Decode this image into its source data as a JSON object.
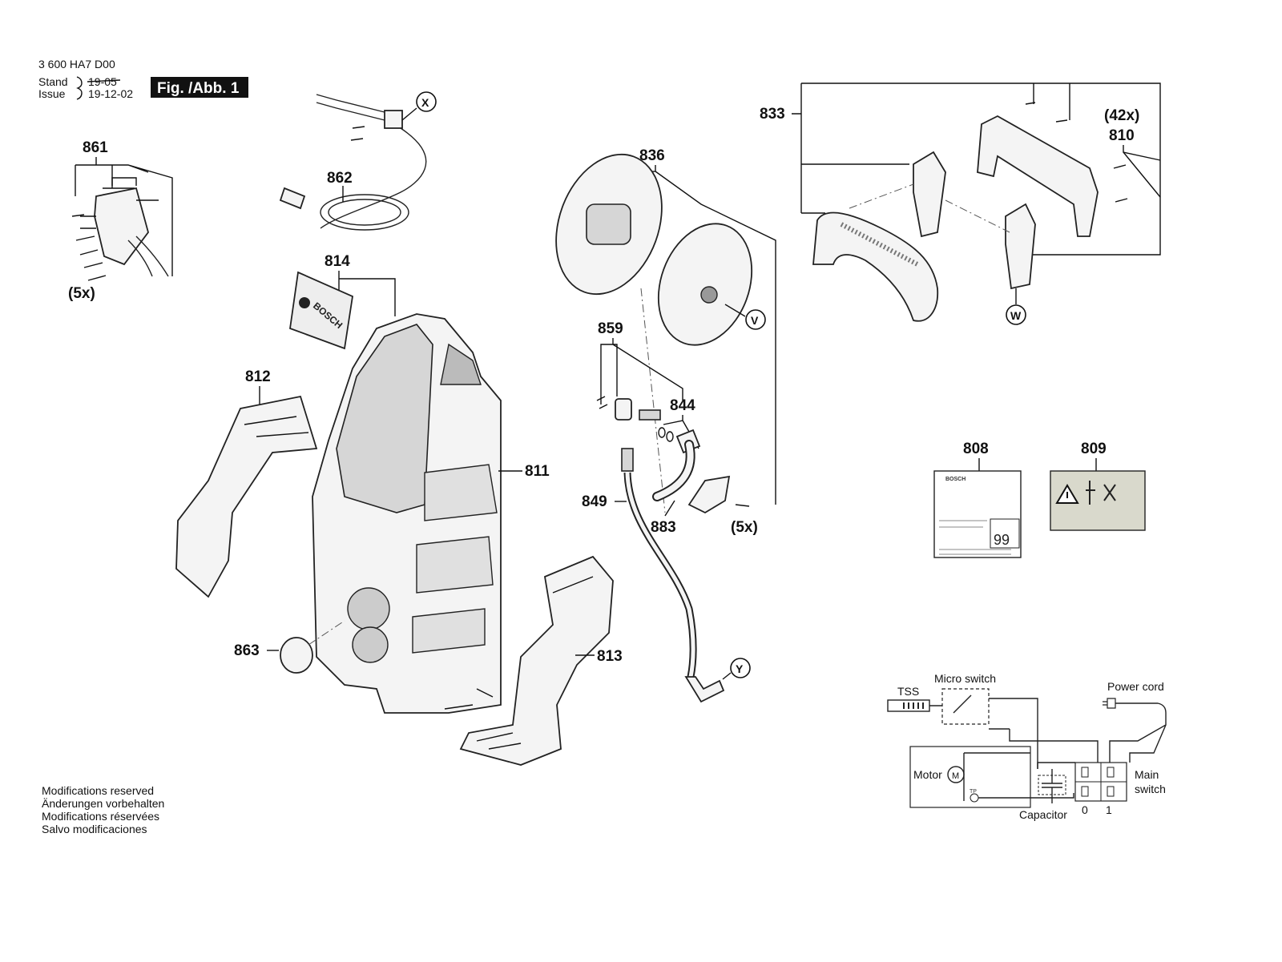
{
  "header": {
    "part_number": "3 600 HA7 D00",
    "stand_label": "Stand",
    "issue_label": "Issue",
    "stand_date": "19-05",
    "issue_date": "19-12-02",
    "fig_label": "Fig. /Abb. 1"
  },
  "parts": {
    "p861": "861",
    "p862": "862",
    "p814": "814",
    "p812": "812",
    "p811": "811",
    "p813": "813",
    "p863": "863",
    "p836": "836",
    "p859": "859",
    "p844": "844",
    "p849": "849",
    "p883": "883",
    "p833": "833",
    "p810": "810",
    "p808": "808",
    "p809": "809"
  },
  "quantities": {
    "q861": "(5x)",
    "q883": "(5x)",
    "q810": "(42x)"
  },
  "callouts": {
    "x": "X",
    "v": "V",
    "w": "W",
    "y": "Y"
  },
  "label_text": {
    "brand": "BOSCH",
    "rating": "99"
  },
  "notes": [
    "Modifications reserved",
    "Änderungen vorbehalten",
    "Modifications réservées",
    "Salvo modificaciones"
  ],
  "wiring": {
    "tss": "TSS",
    "micro_switch": "Micro switch",
    "power_cord": "Power cord",
    "motor": "Motor",
    "motor_symbol": "M",
    "tp": "TP",
    "capacitor": "Capacitor",
    "main": "Main",
    "switch": "switch",
    "pos_off": "0",
    "pos_on": "1"
  },
  "colors": {
    "ink": "#111111",
    "label_fill": "#d9d9cc",
    "part_fill": "#f4f4f4"
  }
}
